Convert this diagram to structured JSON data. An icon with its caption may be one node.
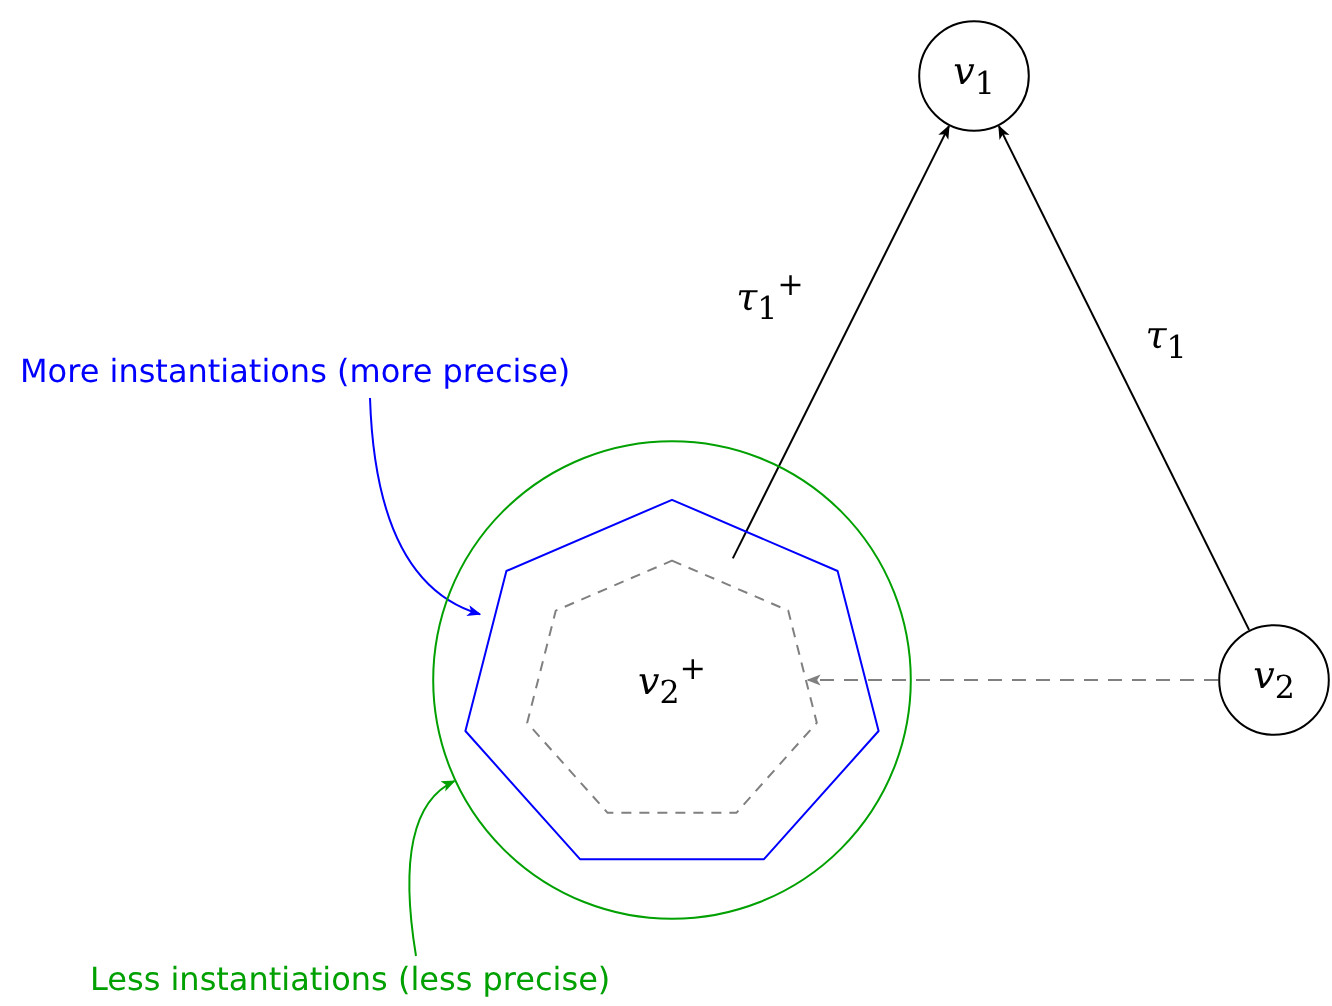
{
  "diagram": {
    "nodes": [
      {
        "text": [
          "*v*$_{1}$"
        ]
      },
      {
        "text": [
          "*v*$_{2}$"
        ]
      },
      {
        "text": [],
        "shape": "circle"
      },
      {
        "text": [],
        "shape": "heptagon",
        "in": 2
      },
      {
        "text": [
          "*v*$_{2}$$^{+}$"
        ],
        "in": 3
      },
      {
        "text": [
          "More instantiations (more precise)"
        ]
      },
      {
        "text": [
          "Less instantiations (less precise)"
        ]
      }
    ],
    "edges": [
      {
        "from": 4,
        "to": 0,
        "arrow": "to",
        "label": "*τ*$_{1}$$^{+}$"
      },
      {
        "from": 1,
        "to": 0,
        "arrow": "to",
        "label": "*τ*$_{1}$"
      },
      {
        "from": 1,
        "to": 4,
        "arrow": "to",
        "style": "dashed",
        "color": "#808080"
      },
      {
        "from": 5,
        "to": 3,
        "arrow": "to",
        "color": "#0000ff"
      },
      {
        "from": 6,
        "to": 2,
        "arrow": "to",
        "color": "#00a000"
      }
    ]
  }
}
